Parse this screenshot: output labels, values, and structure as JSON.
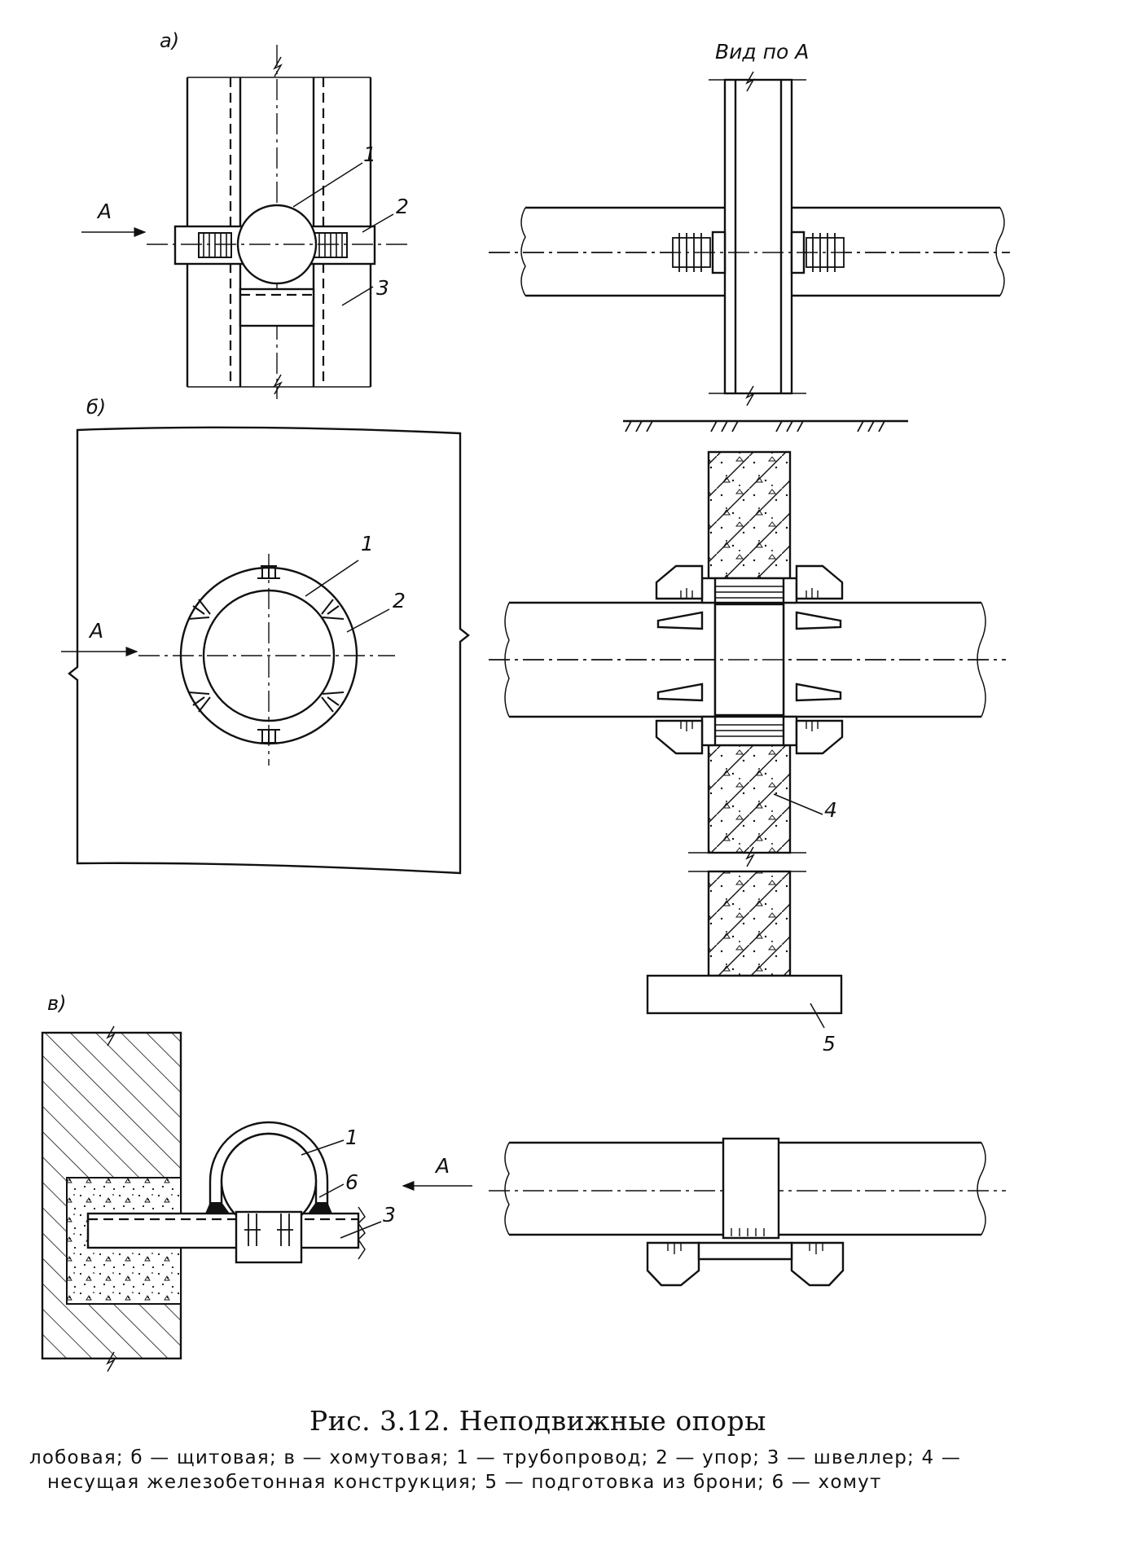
{
  "panels": {
    "a": "а)",
    "b": "б)",
    "v": "в)"
  },
  "view_label": "Вид по А",
  "arrow_label": "А",
  "callouts": {
    "n1": "1",
    "n2": "2",
    "n3": "3",
    "n4": "4",
    "n5": "5",
    "n6": "6"
  },
  "caption": {
    "title": "Рис. 3.12. Неподвижные опоры",
    "line1": "лобовая; б — щитовая; в — хомутовая; 1 — трубопровод; 2 — упор; 3 — швеллер; 4 —",
    "line2": "несущая железобетонная конструкция; 5 — подготовка из брони; 6 — хомут"
  },
  "colors": {
    "ink": "#111111",
    "paper": "#ffffff"
  }
}
